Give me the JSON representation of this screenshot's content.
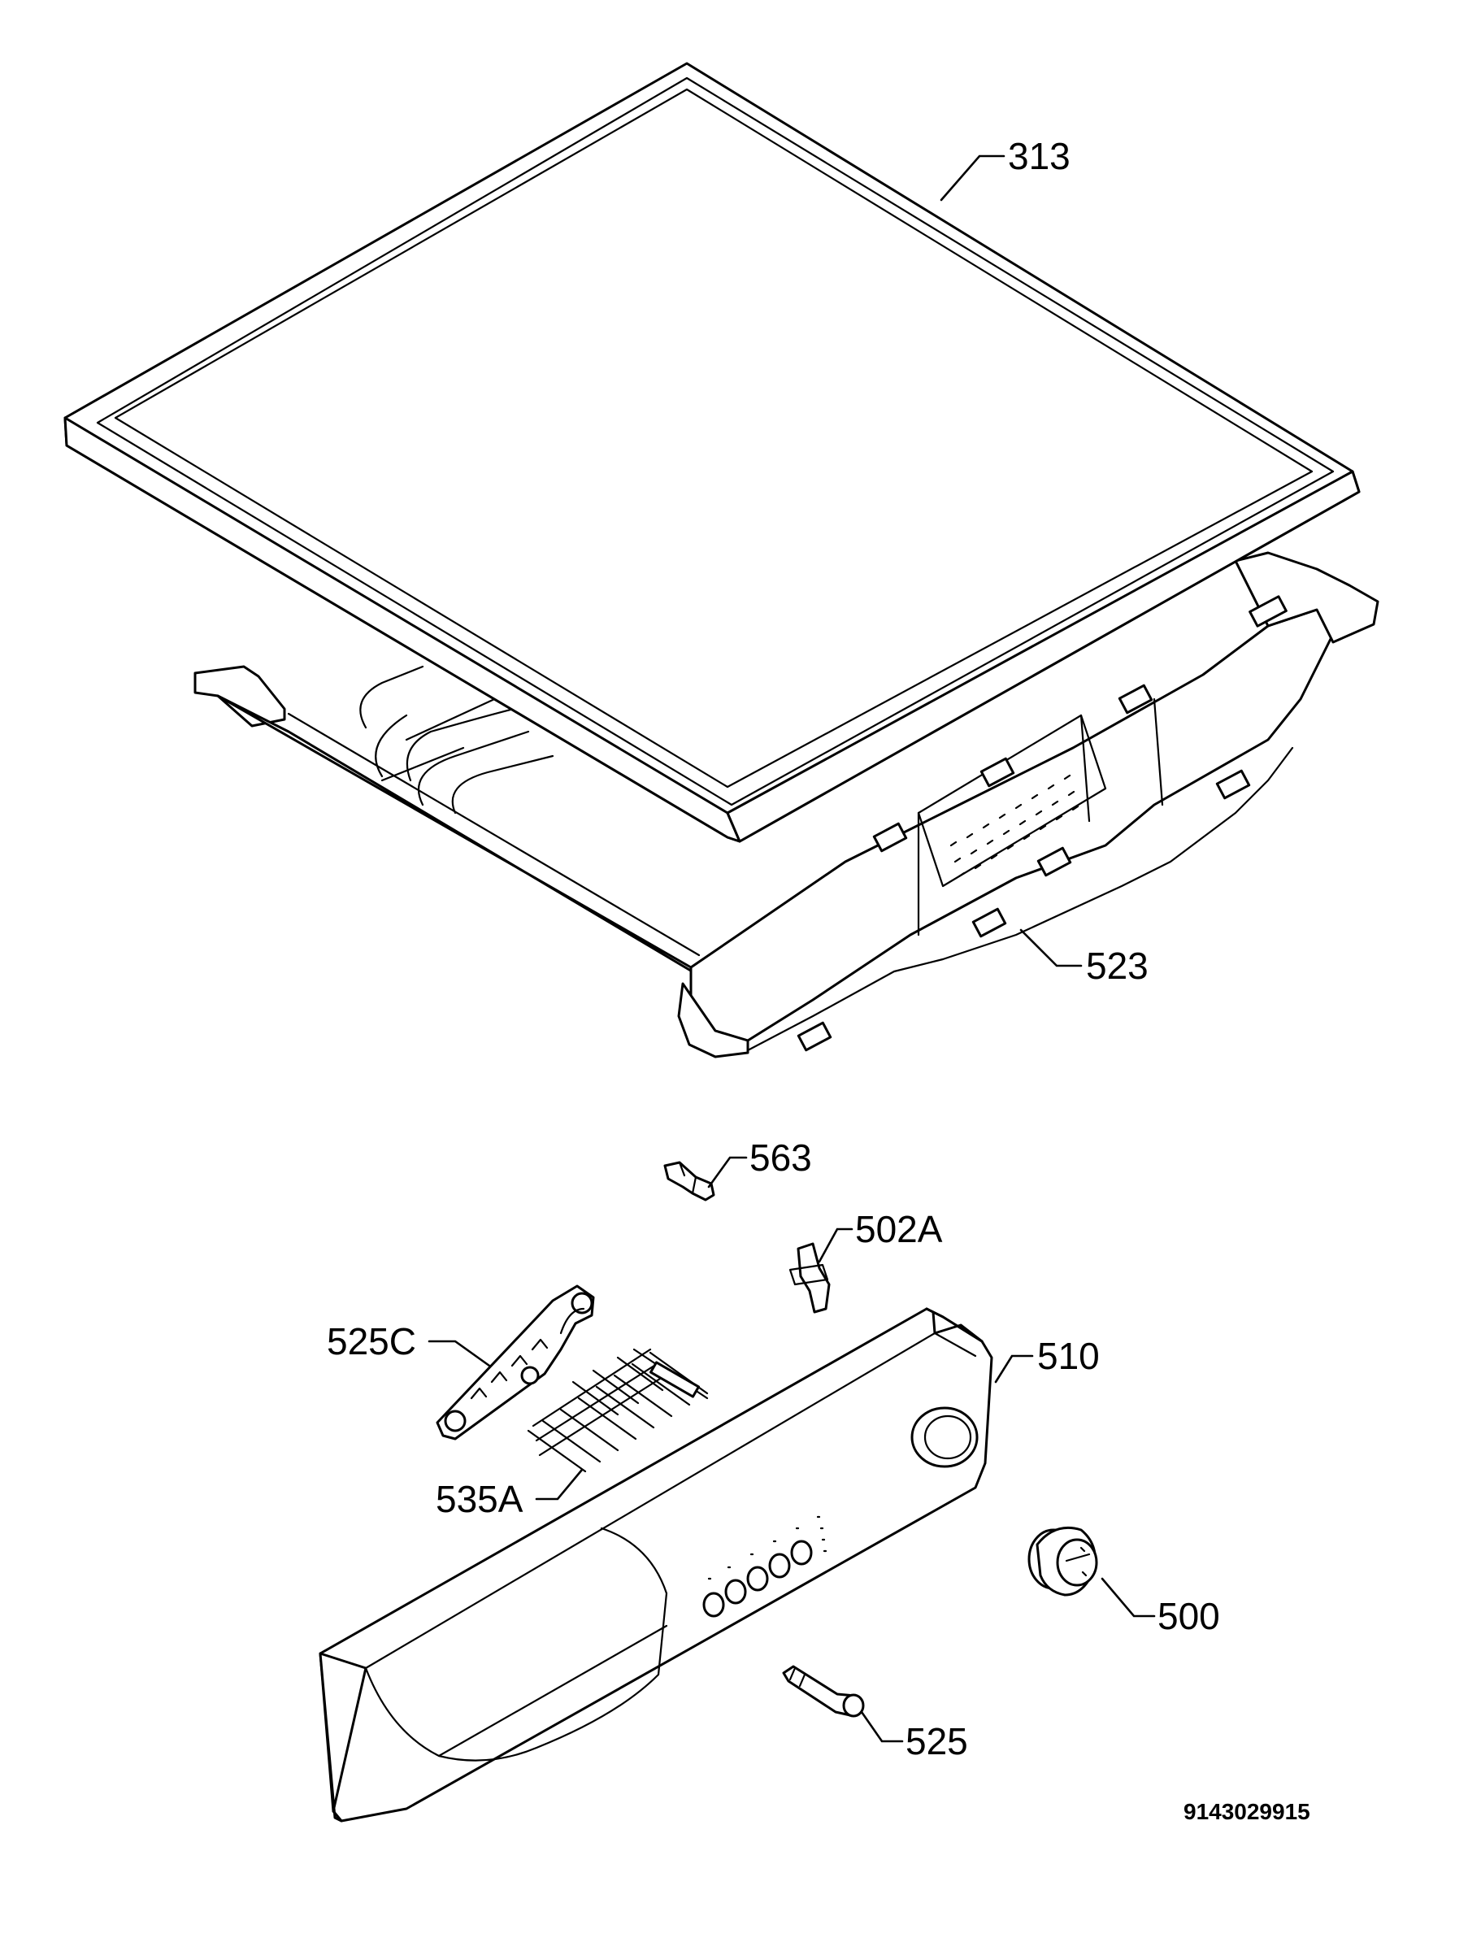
{
  "callouts": {
    "part_313": "313",
    "part_523": "523",
    "part_563": "563",
    "part_502A": "502A",
    "part_525C": "525C",
    "part_510": "510",
    "part_535A": "535A",
    "part_500": "500",
    "part_525": "525"
  },
  "document_number": "9143029915",
  "colors": {
    "line": "#000000",
    "background": "#ffffff"
  }
}
